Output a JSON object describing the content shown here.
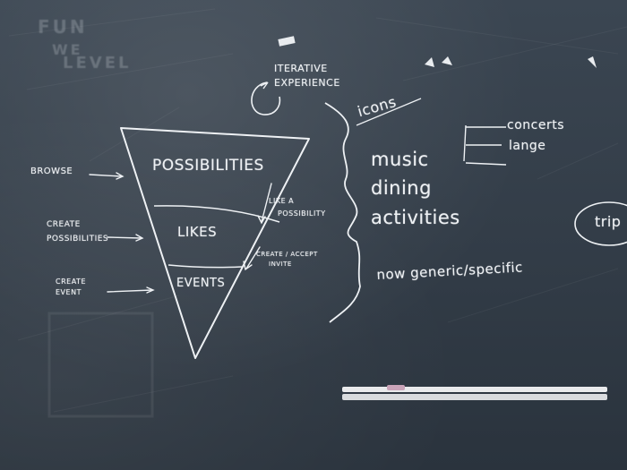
{
  "board": {
    "faded": [
      "FUN",
      "WE",
      "LEVEL"
    ],
    "iterative": [
      "ITERATIVE",
      "EXPERIENCE"
    ],
    "funnel": {
      "levels": [
        "POSSIBILITIES",
        "LIKES",
        "EVENTS"
      ],
      "left_labels": {
        "browse": "BROWSE",
        "create_possibilities": [
          "CREATE",
          "POSSIBILITIES"
        ],
        "create_event": [
          "CREATE",
          "EVENT"
        ]
      },
      "right_notes": {
        "like": [
          "LIKE A",
          "POSSIBILITY"
        ],
        "invite": [
          "CREATE / ACCEPT",
          "INVITE"
        ]
      }
    },
    "icons_label": "icons",
    "categories": [
      "music",
      "dining",
      "activities"
    ],
    "branches": [
      "concerts",
      "lange"
    ],
    "note": "now generic/specific",
    "trip": "trip"
  }
}
